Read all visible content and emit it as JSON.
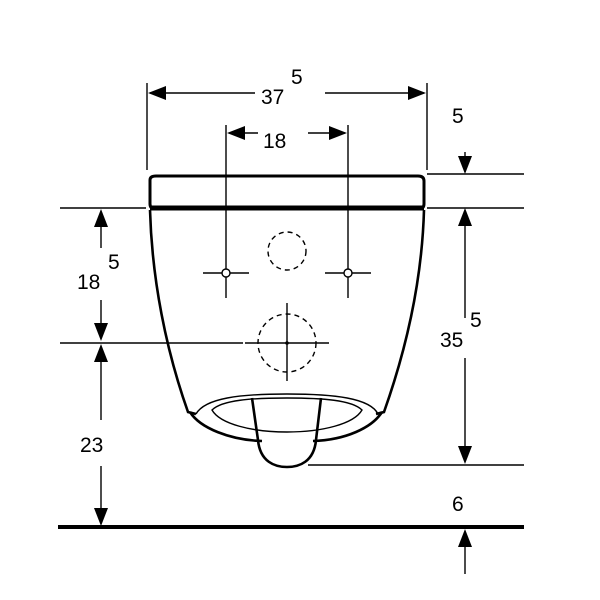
{
  "dimensions": {
    "overall_width": {
      "main": "37",
      "sup": "5"
    },
    "fixing_spacing": {
      "main": "18"
    },
    "lid_thickness": {
      "main": "5"
    },
    "fixing_height": {
      "main": "18",
      "sup": "5"
    },
    "bowl_height": {
      "main": "35",
      "sup": "5"
    },
    "drain_height": {
      "main": "23"
    },
    "floor_offset": {
      "main": "6"
    }
  },
  "colors": {
    "line": "#000000",
    "background": "#ffffff"
  }
}
